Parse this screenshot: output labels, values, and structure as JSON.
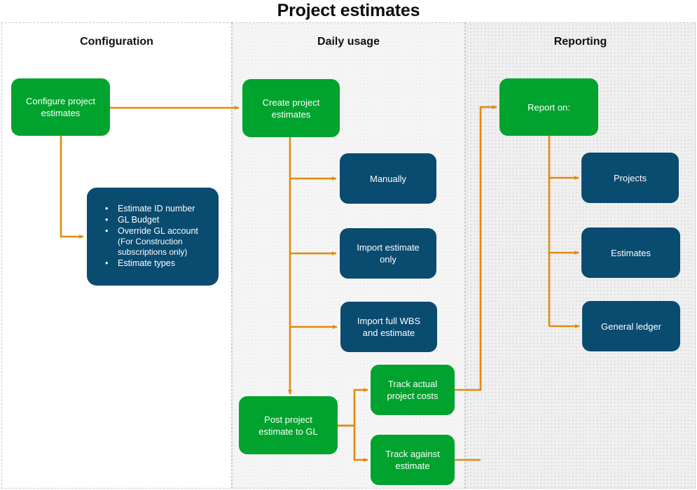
{
  "title": "Project estimates",
  "colors": {
    "green": "#00A32E",
    "blue": "#0A4B70",
    "arrow": "#E28A0C",
    "lane_border": "#c9c9c9",
    "lane_configuration_bg": "#ffffff",
    "lane_daily_usage_bg": "#f5f5f5",
    "lane_reporting_bg": "#f0f0f0"
  },
  "lanes": [
    {
      "id": "configuration",
      "title": "Configuration"
    },
    {
      "id": "daily-usage",
      "title": "Daily usage"
    },
    {
      "id": "reporting",
      "title": "Reporting"
    }
  ],
  "nodes": {
    "configure_project_estimates": "Configure project\nestimates",
    "create_project_estimates": "Create project\nestimates",
    "manually": "Manually",
    "import_estimate_only": "Import estimate\nonly",
    "import_full_wbs_and_estimate": "Import full WBS\nand estimate",
    "post_project_estimate_to_gl": "Post project\nestimate to GL",
    "track_actual_project_costs": "Track actual\nproject costs",
    "track_against_estimate": "Track against\nestimate",
    "report_on": "Report on:",
    "projects": "Projects",
    "estimates": "Estimates",
    "general_ledger": "General ledger"
  },
  "config_details": {
    "bullet_glyph": "•",
    "items": [
      {
        "text": "Estimate ID number"
      },
      {
        "text": "GL Budget"
      },
      {
        "text": "Override GL account",
        "sub": "(For Construction\nsubscriptions only)"
      },
      {
        "text": "Estimate types"
      }
    ]
  },
  "chart_data": {
    "type": "diagram",
    "title": "Project estimates",
    "lanes": [
      "Configuration",
      "Daily usage",
      "Reporting"
    ],
    "edges": [
      {
        "from": "Configure project estimates",
        "to": "Create project estimates"
      },
      {
        "from": "Configure project estimates",
        "to": "Estimate ID number / GL Budget / Override GL account / Estimate types"
      },
      {
        "from": "Create project estimates",
        "to": "Manually"
      },
      {
        "from": "Create project estimates",
        "to": "Import estimate only"
      },
      {
        "from": "Create project estimates",
        "to": "Import full WBS and estimate"
      },
      {
        "from": "Create project estimates",
        "to": "Post project estimate to GL"
      },
      {
        "from": "Post project estimate to GL",
        "to": "Track actual project costs"
      },
      {
        "from": "Post project estimate to GL",
        "to": "Track against estimate"
      },
      {
        "from": "Track actual project costs",
        "to": "Report on:"
      },
      {
        "from": "Track against estimate",
        "to": "Report on:"
      },
      {
        "from": "Report on:",
        "to": "Projects"
      },
      {
        "from": "Report on:",
        "to": "Estimates"
      },
      {
        "from": "Report on:",
        "to": "General ledger"
      }
    ]
  }
}
